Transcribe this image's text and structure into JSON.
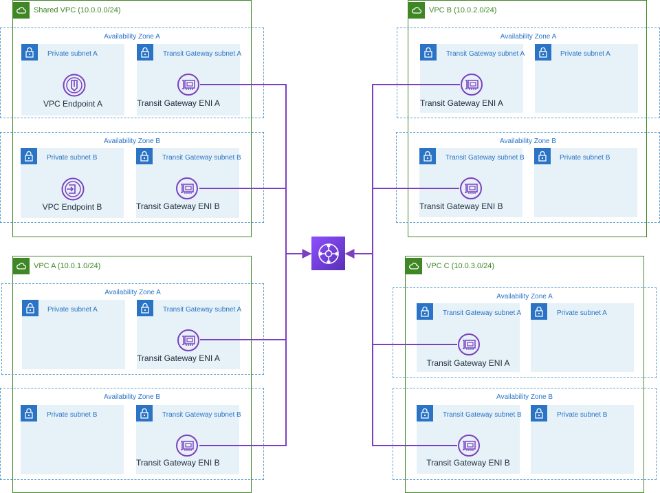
{
  "vpcs": {
    "shared": {
      "title": "Shared VPC (10.0.0.0/24)"
    },
    "a": {
      "title": "VPC A (10.0.1.0/24)"
    },
    "b": {
      "title": "VPC B (10.0.2.0/24)"
    },
    "c": {
      "title": "VPC C (10.0.3.0/24)"
    }
  },
  "labels": {
    "az_a": "Availability Zone A",
    "az_b": "Availability Zone B",
    "private_a": "Private subnet A",
    "private_b": "Private subnet B",
    "tgw_subnet_a": "Transit Gateway subnet A",
    "tgw_subnet_b": "Transit Gateway subnet B",
    "endpoint_a": "VPC Endpoint A",
    "endpoint_b": "VPC Endpoint B",
    "eni_a": "Transit Gateway ENI A",
    "eni_b": "Transit Gateway ENI B"
  },
  "icons": {
    "vpc": "cloud-icon",
    "subnet": "lock-icon",
    "endpoint_a": "vpc-endpoint-icon",
    "endpoint_b": "vpc-endpoint-icon",
    "eni": "network-interface-icon",
    "hub": "transit-gateway-icon"
  },
  "colors": {
    "vpc_border": "#3f8624",
    "az_border": "#5d9fd1",
    "subnet_fill": "#e6f2f8",
    "subnet_accent": "#2a73c5",
    "connection": "#7b3fbf",
    "hub": "#8c4fff"
  }
}
